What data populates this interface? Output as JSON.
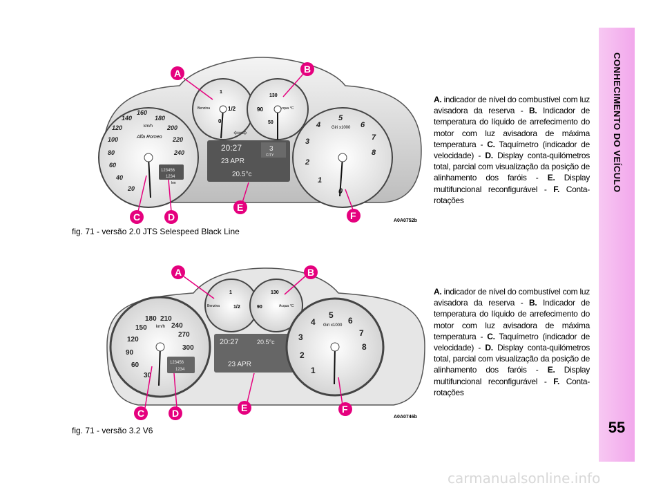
{
  "sidebar": {
    "title": "CONHECIMENTO DO VEÍCULO",
    "page_number": "55"
  },
  "figure1": {
    "caption": "fig. 71 - versão 2.0 JTS Selespeed Black Line",
    "code": "A0A0752b",
    "callouts": [
      "A",
      "B",
      "C",
      "D",
      "E",
      "F"
    ],
    "display": {
      "time": "20:27",
      "date": "23 APR",
      "temp": "20.5°c",
      "gear": "3",
      "mode": "CITY"
    },
    "odometer": {
      "total": "123456",
      "trip": "1234",
      "unit": "km"
    },
    "fuel_labels": {
      "name": "Benzina",
      "full": "1",
      "half": "1/2",
      "empty": "0"
    },
    "temp_labels": {
      "name": "Acqua °C",
      "max": "130",
      "mid": "90",
      "min": "50"
    },
    "speed_unit": "km/h",
    "speed_ticks": [
      "20",
      "40",
      "60",
      "80",
      "100",
      "120",
      "140",
      "160",
      "180",
      "200",
      "220",
      "240"
    ],
    "rpm_unit": "Giri x1000",
    "rpm_ticks": [
      "0",
      "1",
      "2",
      "3",
      "4",
      "5",
      "6",
      "7",
      "8"
    ],
    "brand": "Alfa Romeo"
  },
  "figure2": {
    "caption": "fig. 71 - versão 3.2 V6",
    "code": "A0A0746b",
    "callouts": [
      "A",
      "B",
      "C",
      "D",
      "E",
      "F"
    ],
    "display": {
      "time": "20:27",
      "temp": "20.5°c",
      "date": "23 APR"
    },
    "odometer": {
      "total": "123456",
      "trip": "1234"
    },
    "fuel_labels": {
      "name": "Benzina",
      "full": "1",
      "half": "1/2"
    },
    "temp_labels": {
      "name": "Acqua °C",
      "max": "130",
      "mid": "90"
    },
    "speed_unit": "km/h",
    "speed_ticks": [
      "30",
      "60",
      "90",
      "120",
      "150",
      "180",
      "210",
      "240",
      "270",
      "300"
    ],
    "rpm_unit": "Giri x1000",
    "rpm_ticks": [
      "1",
      "2",
      "3",
      "4",
      "5",
      "6",
      "7",
      "8"
    ]
  },
  "descriptions": [
    {
      "parts": [
        {
          "b": "A."
        },
        {
          "t": " indicador de nível do combustível com luz avisadora da reserva - "
        },
        {
          "b": "B."
        },
        {
          "t": " Indicador de temperatura do líquido de arrefecimento do motor com luz avisadora de máxima temperatura - "
        },
        {
          "b": "C."
        },
        {
          "t": " Taquímetro (indicador de velocidade) - "
        },
        {
          "b": "D."
        },
        {
          "t": " Display conta-quilómetros total, parcial com visualização da posição de alinhamento dos faróis - "
        },
        {
          "b": "E."
        },
        {
          "t": " Display multifuncional reconfigurável - "
        },
        {
          "b": "F."
        },
        {
          "t": " Conta-rotações"
        }
      ]
    },
    {
      "parts": [
        {
          "b": "A."
        },
        {
          "t": " indicador de nível do combustível com luz avisadora da reserva - "
        },
        {
          "b": "B."
        },
        {
          "t": " Indicador de temperatura do líquido de arrefecimento do motor com luz avisadora de máxima temperatura - "
        },
        {
          "b": "C."
        },
        {
          "t": " Taquímetro (indicador de velocidade) - "
        },
        {
          "b": "D."
        },
        {
          "t": " Display conta-quilómetros total, parcial com visualização da posição de alinhamento dos faróis - "
        },
        {
          "b": "E."
        },
        {
          "t": " Display multifuncional reconfigurável - "
        },
        {
          "b": "F."
        },
        {
          "t": " Conta-rotações"
        }
      ]
    }
  ],
  "watermark": "carmanualsonline.info",
  "colors": {
    "callout": "#e5007e",
    "sidebar": "#f2a8ec"
  }
}
